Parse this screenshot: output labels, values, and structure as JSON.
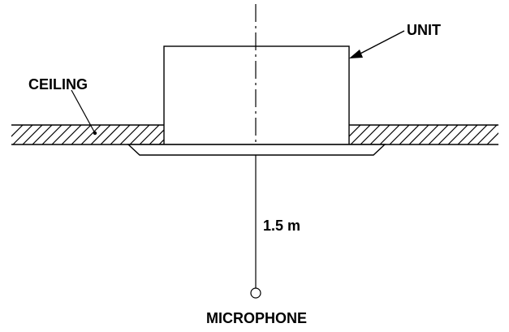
{
  "labels": {
    "unit": "UNIT",
    "ceiling": "CEILING",
    "distance": "1.5 m",
    "microphone": "MICROPHONE"
  },
  "colors": {
    "line": "#000000",
    "background": "#ffffff"
  }
}
